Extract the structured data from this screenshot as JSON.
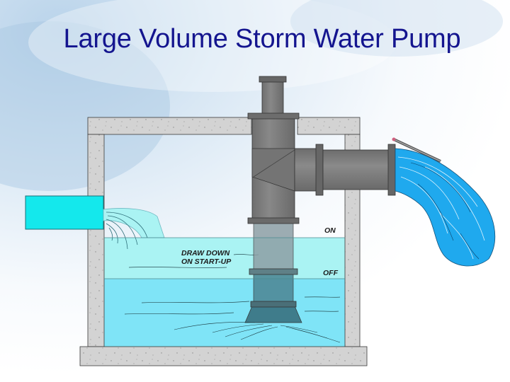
{
  "slide": {
    "title": "Large Volume Storm Water Pump"
  },
  "diagram": {
    "labels": {
      "on": "ON",
      "off": "OFF",
      "draw_down_line1": "DRAW DOWN",
      "draw_down_line2": "ON START-UP"
    },
    "colors": {
      "title": "#14158f",
      "concrete": "#d3d3d3",
      "pipe": "#7e7e7e",
      "pipe_dark": "#5c5c5c",
      "water_upper": "#aaf3f3",
      "water_lower": "#7fe4f7",
      "inlet_pipe": "#14e8ec",
      "discharge_water": "#1fa9ee"
    }
  }
}
